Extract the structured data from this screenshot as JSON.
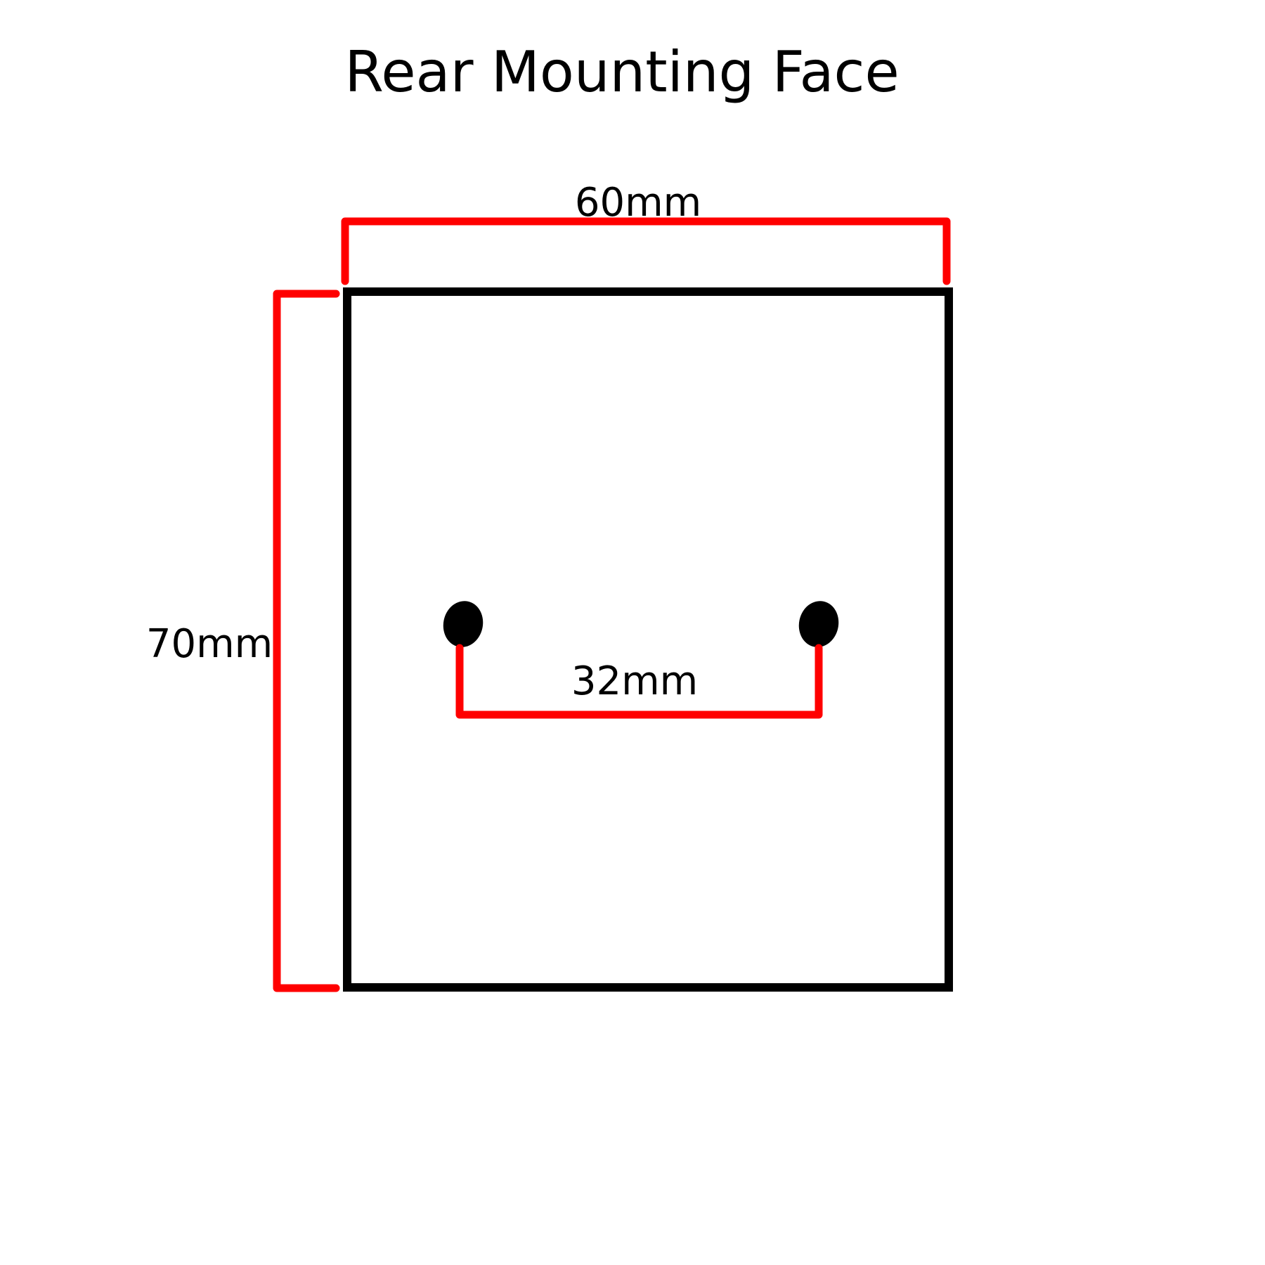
{
  "title": "Rear Mounting Face",
  "dimensions": {
    "width": "60mm",
    "height": "70mm",
    "hole_spacing": "32mm"
  },
  "colors": {
    "outline": "#000000",
    "dimension_line": "#ff0000",
    "hole": "#000000",
    "background": "#ffffff"
  }
}
